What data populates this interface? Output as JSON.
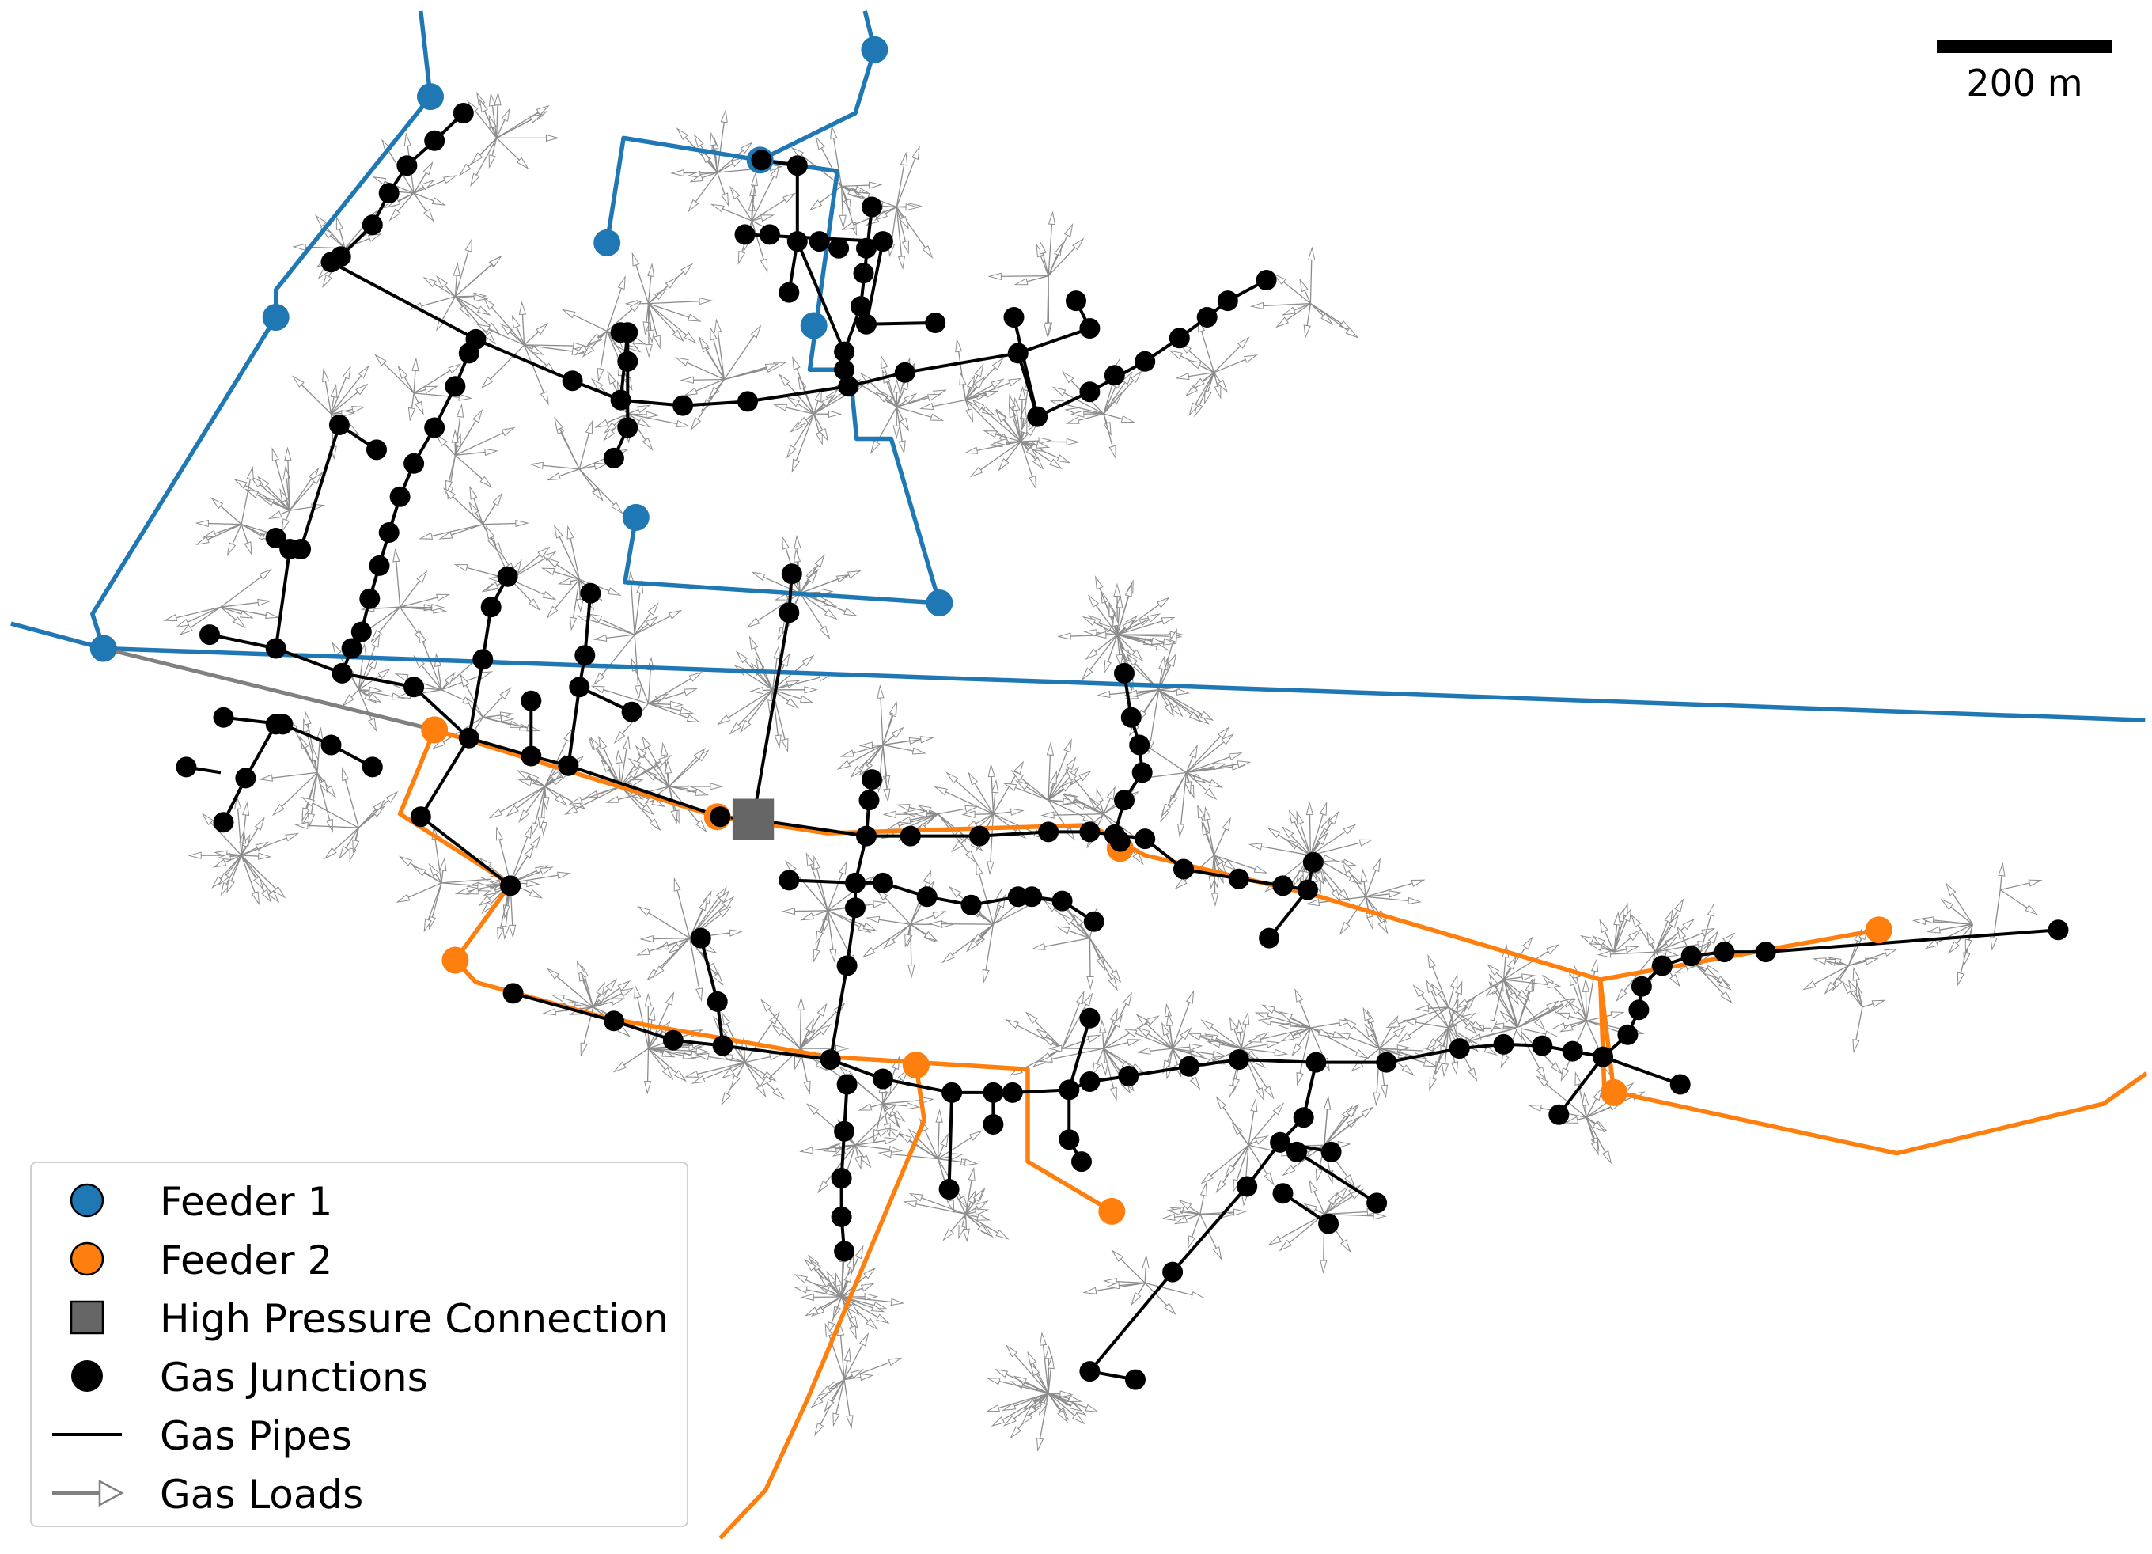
{
  "scale_bar": {
    "label": "200 m"
  },
  "legend": {
    "items": [
      {
        "key": "feeder1",
        "label": "Feeder 1",
        "symbol": "circle",
        "color": "#1f77b4"
      },
      {
        "key": "feeder2",
        "label": "Feeder 2",
        "symbol": "circle",
        "color": "#ff7f0e"
      },
      {
        "key": "hp",
        "label": "High Pressure Connection",
        "symbol": "square",
        "color": "#666666"
      },
      {
        "key": "junctions",
        "label": "Gas Junctions",
        "symbol": "circle",
        "color": "#000000"
      },
      {
        "key": "pipes",
        "label": "Gas Pipes",
        "symbol": "line",
        "color": "#000000"
      },
      {
        "key": "loads",
        "label": "Gas Loads",
        "symbol": "arrow",
        "color": "#808080"
      }
    ]
  },
  "colors": {
    "feeder1": "#1f77b4",
    "feeder2": "#ff7f0e",
    "junction": "#000000",
    "pipe": "#000000",
    "load": "#8c8c8c",
    "hp_connection": "#666666",
    "link": "#808080"
  }
}
